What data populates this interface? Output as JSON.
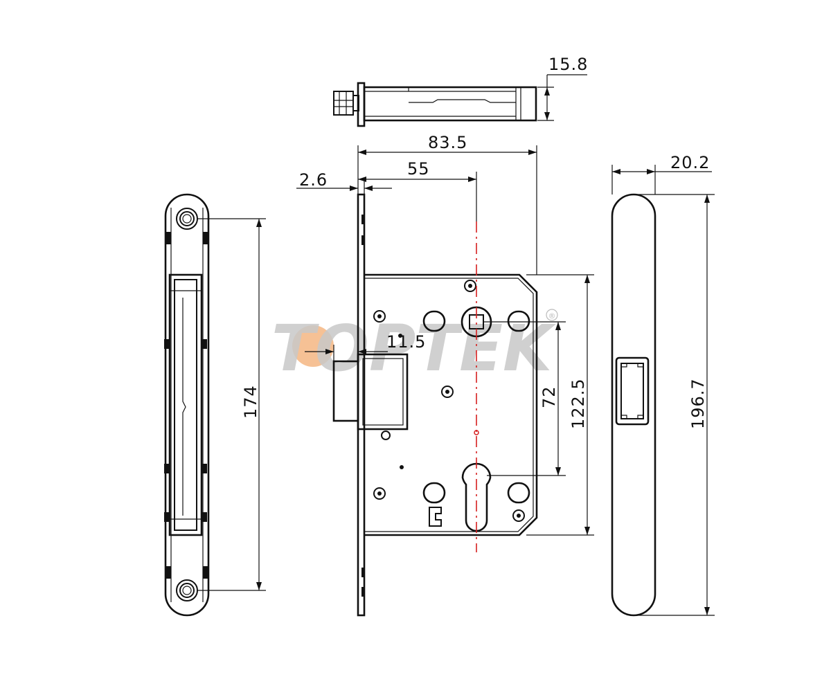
{
  "dimensions": {
    "strike_height": "174",
    "backset_total": "83.5",
    "backset": "55",
    "faceplate_thickness": "2.6",
    "bolt_offset": "11.5",
    "handle_to_cylinder": "72",
    "case_height": "122.5",
    "faceplate_width_top": "15.8",
    "faceplate_width": "20.2",
    "faceplate_height": "196.7"
  },
  "watermark": {
    "brand": "TOPTEK",
    "registered": "®"
  },
  "colors": {
    "line": "#111111",
    "centerline": "#d62020",
    "watermark_gray": "#c8c8c8",
    "watermark_orange": "#f4b27a"
  }
}
